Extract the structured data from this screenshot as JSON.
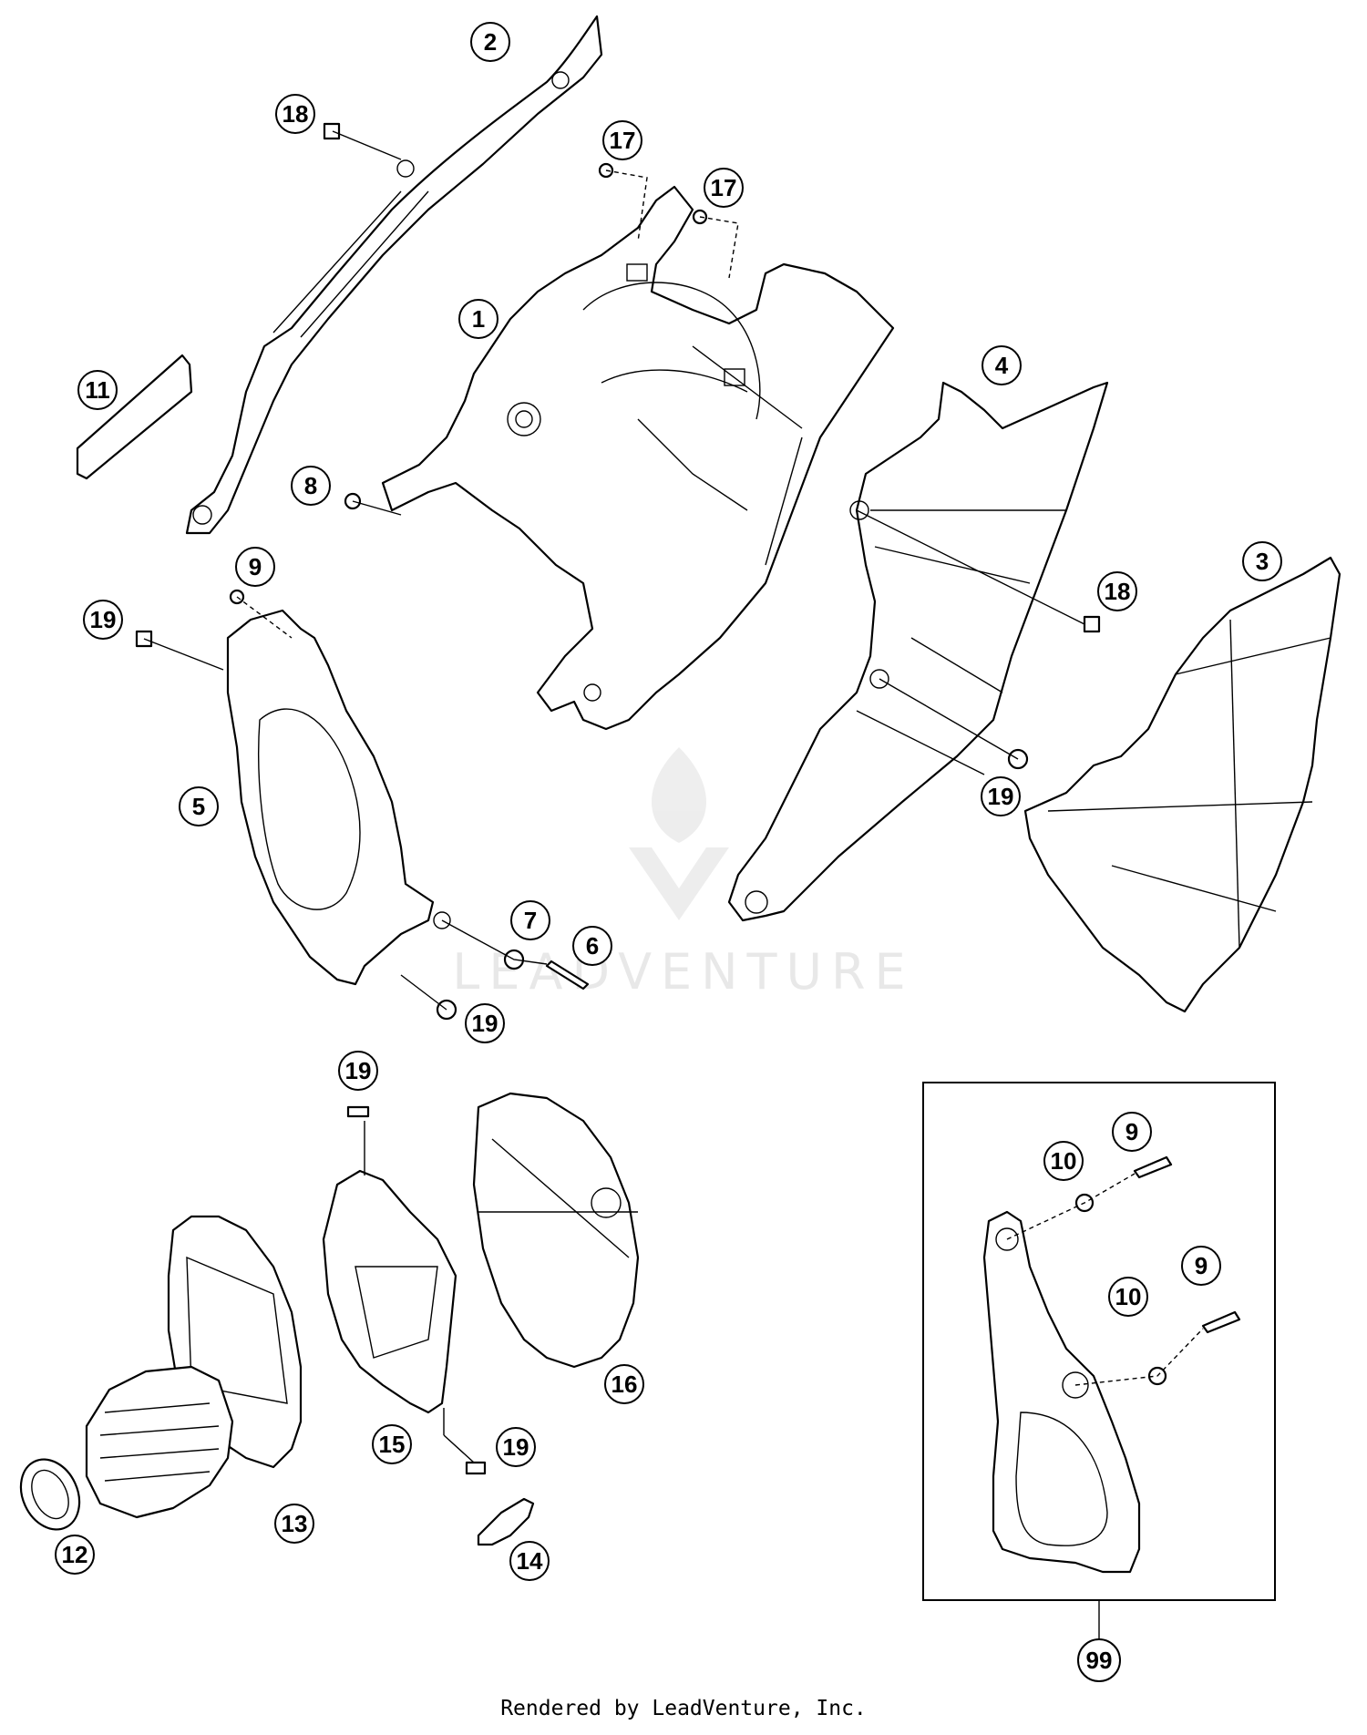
{
  "watermark": {
    "brand": "LEADVENTURE"
  },
  "footer": {
    "credit": "Rendered by LeadVenture, Inc."
  },
  "callouts": [
    {
      "id": "c1",
      "label": "1"
    },
    {
      "id": "c2",
      "label": "2"
    },
    {
      "id": "c3",
      "label": "3"
    },
    {
      "id": "c4",
      "label": "4"
    },
    {
      "id": "c5",
      "label": "5"
    },
    {
      "id": "c6",
      "label": "6"
    },
    {
      "id": "c7",
      "label": "7"
    },
    {
      "id": "c8",
      "label": "8"
    },
    {
      "id": "c9a",
      "label": "9"
    },
    {
      "id": "c9b",
      "label": "9"
    },
    {
      "id": "c9c",
      "label": "9"
    },
    {
      "id": "c10a",
      "label": "10"
    },
    {
      "id": "c10b",
      "label": "10"
    },
    {
      "id": "c11",
      "label": "11"
    },
    {
      "id": "c12",
      "label": "12"
    },
    {
      "id": "c13",
      "label": "13"
    },
    {
      "id": "c14",
      "label": "14"
    },
    {
      "id": "c15",
      "label": "15"
    },
    {
      "id": "c16",
      "label": "16"
    },
    {
      "id": "c17a",
      "label": "17"
    },
    {
      "id": "c17b",
      "label": "17"
    },
    {
      "id": "c18a",
      "label": "18"
    },
    {
      "id": "c18b",
      "label": "18"
    },
    {
      "id": "c19a",
      "label": "19"
    },
    {
      "id": "c19b",
      "label": "19"
    },
    {
      "id": "c19c",
      "label": "19"
    },
    {
      "id": "c19d",
      "label": "19"
    },
    {
      "id": "c19e",
      "label": "19"
    },
    {
      "id": "c99",
      "label": "99"
    }
  ]
}
